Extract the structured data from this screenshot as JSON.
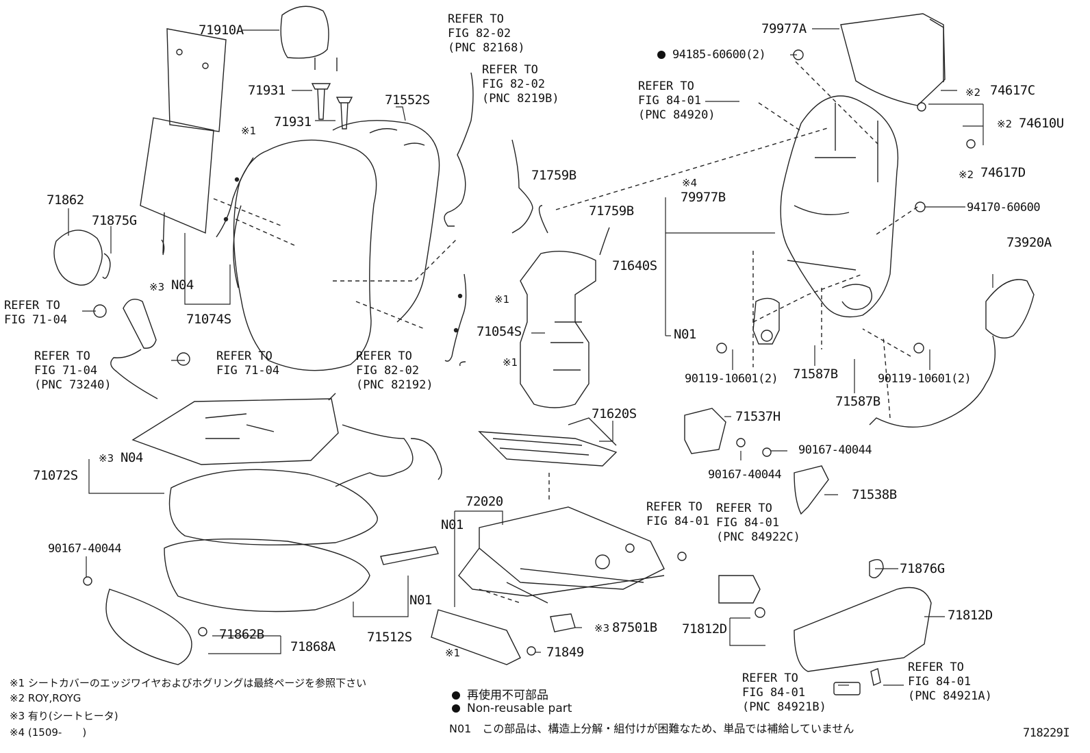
{
  "labels": {
    "p71910A": "71910A",
    "p71931a": "71931",
    "p71931b": "71931",
    "p71552S": "71552S",
    "p71862": "71862",
    "p71875G": "71875G",
    "pN04a": "N04",
    "p71074S": "71074S",
    "p79977A": "79977A",
    "p94185": "94185-60600(2)",
    "p74617C": "74617C",
    "p74610U": "74610U",
    "p74617D": "74617D",
    "p79977B": "79977B",
    "p94170": "94170-60600",
    "p71759Ba": "71759B",
    "p71759Bb": "71759B",
    "p71640S": "71640S",
    "p73920A": "73920A",
    "pN01a": "N01",
    "p71054S": "71054S",
    "p90119a": "90119-10601(2)",
    "p90119b": "90119-10601(2)",
    "p71587Ba": "71587B",
    "p71587Bb": "71587B",
    "p71620S": "71620S",
    "p71537H": "71537H",
    "p90167a": "90167-40044",
    "p90167b": "90167-40044",
    "pN04b": "N04",
    "p71072S": "71072S",
    "p71538B": "71538B",
    "p72020": "72020",
    "pN01b": "N01",
    "pN01c": "N01",
    "p90167c": "90167-40044",
    "p71876G": "71876G",
    "p71812Da": "71812D",
    "p71812Db": "71812D",
    "p87501B": "87501B",
    "p71862B": "71862B",
    "p71868A": "71868A",
    "p71512S": "71512S",
    "p71849": "71849"
  },
  "marks": {
    "m1a": "※1",
    "m1b": "※1",
    "m1c": "※1",
    "m1d": "※1",
    "m2a": "※2",
    "m2b": "※2",
    "m2c": "※2",
    "m3a": "※3",
    "m3b": "※3",
    "m3c": "※3",
    "m4a": "※4"
  },
  "refs": {
    "r1": "REFER TO\nFIG 82-02\n(PNC 82168)",
    "r2": "REFER TO\nFIG 82-02\n(PNC 8219B)",
    "r3": "REFER TO\nFIG 84-01\n(PNC 84920)",
    "r4": "REFER TO\nFIG 71-04",
    "r5": "REFER TO\nFIG 71-04\n(PNC 73240)",
    "r6": "REFER TO\nFIG 71-04",
    "r7": "REFER TO\nFIG 82-02\n(PNC 82192)",
    "r8": "REFER TO\nFIG 84-01",
    "r9": "REFER TO\nFIG 84-01\n(PNC 84922C)",
    "r10": "REFER TO\nFIG 84-01\n(PNC 84921B)",
    "r11": "REFER TO\nFIG 84-01\n(PNC 84921A)"
  },
  "notes": {
    "n1": "※1 シートカバーのエッジワイヤおよびホグリングは最終ページを参照下さい",
    "n2": "※2 ROY,ROYG",
    "n3": "※3 有り(シートヒータ)",
    "n4": "※4 (1509-　　)"
  },
  "legend": {
    "nonreusable_jp": "再使用不可部品",
    "nonreusable_en": "Non-reusable part",
    "n01_note": "N01　この部品は、構造上分解・組付けが困難なため、単品では補給していません"
  },
  "diagram_id": "718229I"
}
